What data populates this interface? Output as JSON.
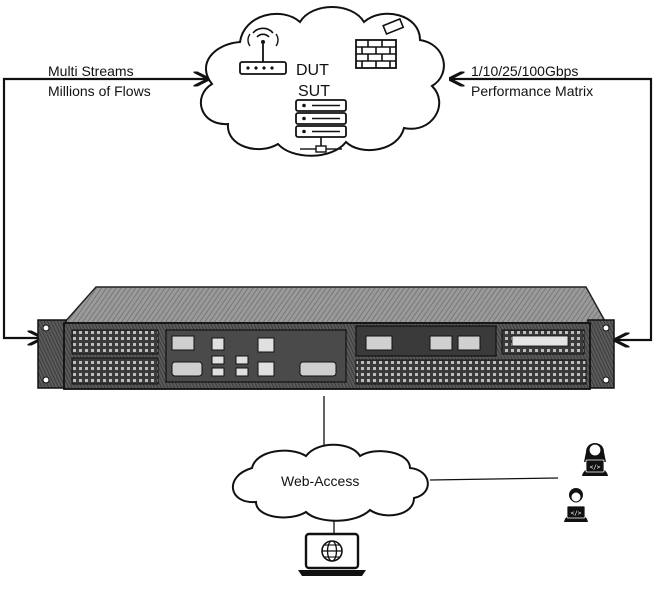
{
  "left_labels": {
    "line1": "Multi Streams",
    "line2": "Millions of Flows"
  },
  "right_labels": {
    "line1": "1/10/25/100Gbps",
    "line2": "Performance Matrix"
  },
  "cloud_top": {
    "dut": "DUT",
    "sut": "SUT"
  },
  "cloud_bottom": {
    "label": "Web-Access"
  },
  "icons": {
    "router": "wifi-router-icon",
    "firewall": "firewall-icon",
    "server": "server-rack-icon",
    "appliance": "rack-server-appliance-icon",
    "laptop": "laptop-globe-icon",
    "user_a": "developer-user-icon",
    "user_b": "developer-user-icon"
  },
  "colors": {
    "ink": "#111111",
    "chassis": "#8a8a8a",
    "chassis_dark": "#2a2a2a"
  }
}
